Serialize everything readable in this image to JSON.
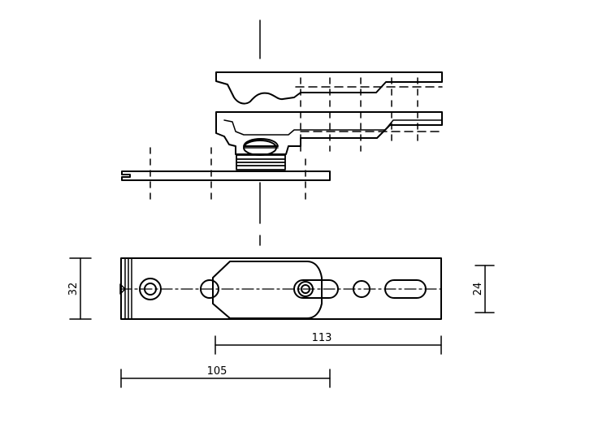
{
  "drawing": {
    "dimensions": {
      "width_32": "32",
      "width_24": "24",
      "length_113": "113",
      "length_105": "105"
    },
    "colors": {
      "stroke": "#000000",
      "background": "#ffffff"
    }
  }
}
